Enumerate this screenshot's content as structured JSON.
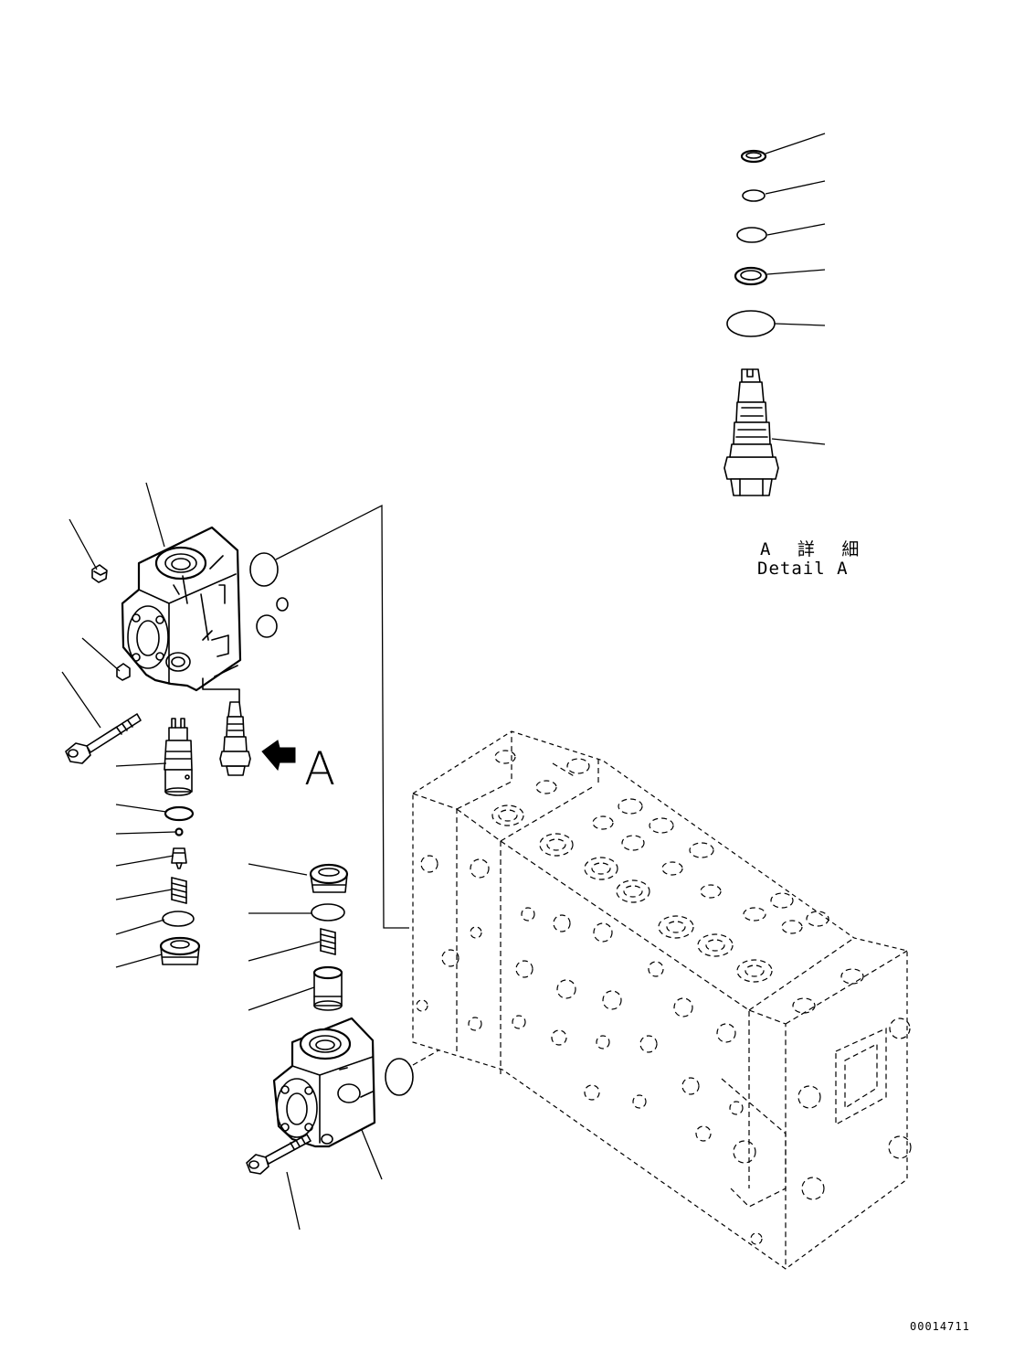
{
  "diagram": {
    "view_label": "A",
    "detail_label_jp": "A 詳 細",
    "detail_label_en": "Detail A",
    "drawing_number": "00014711"
  }
}
